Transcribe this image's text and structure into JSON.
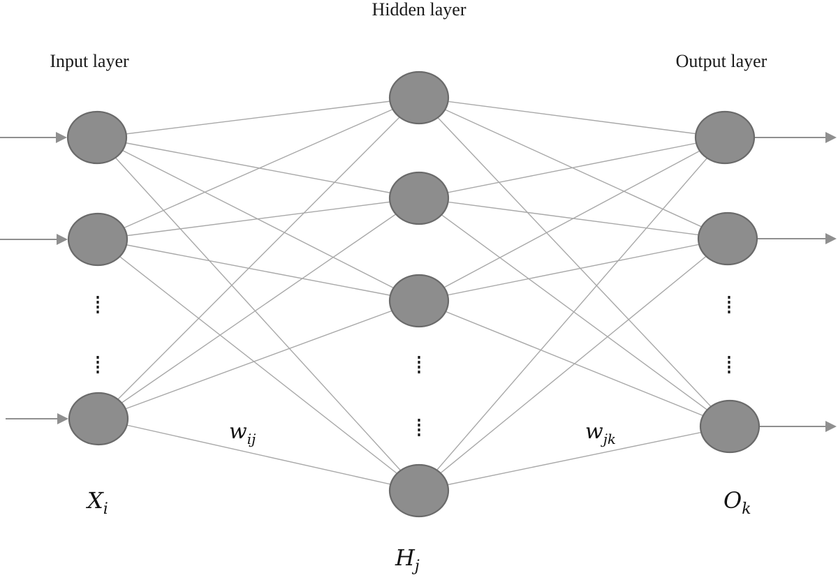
{
  "titles": {
    "input": "Input layer",
    "hidden": "Hidden layer",
    "output": "Output layer"
  },
  "labels": {
    "input_var": "X",
    "input_sub": "i",
    "hidden_var": "H",
    "hidden_sub": "j",
    "output_var": "O",
    "output_sub": "k",
    "weight_ih_var": "w",
    "weight_ih_sub": "ij",
    "weight_ho_var": "w",
    "weight_ho_sub": "jk"
  },
  "colors": {
    "node_fill": "#8d8d8d",
    "node_stroke": "#6a6a6a",
    "edge": "#a8a8a8",
    "arrow": "#8f8f8f"
  },
  "layers": {
    "input": {
      "nodes": 3,
      "ellipsis_groups": 2
    },
    "hidden": {
      "nodes": 4,
      "ellipsis_groups": 2
    },
    "output": {
      "nodes": 3,
      "ellipsis_groups": 2
    }
  }
}
